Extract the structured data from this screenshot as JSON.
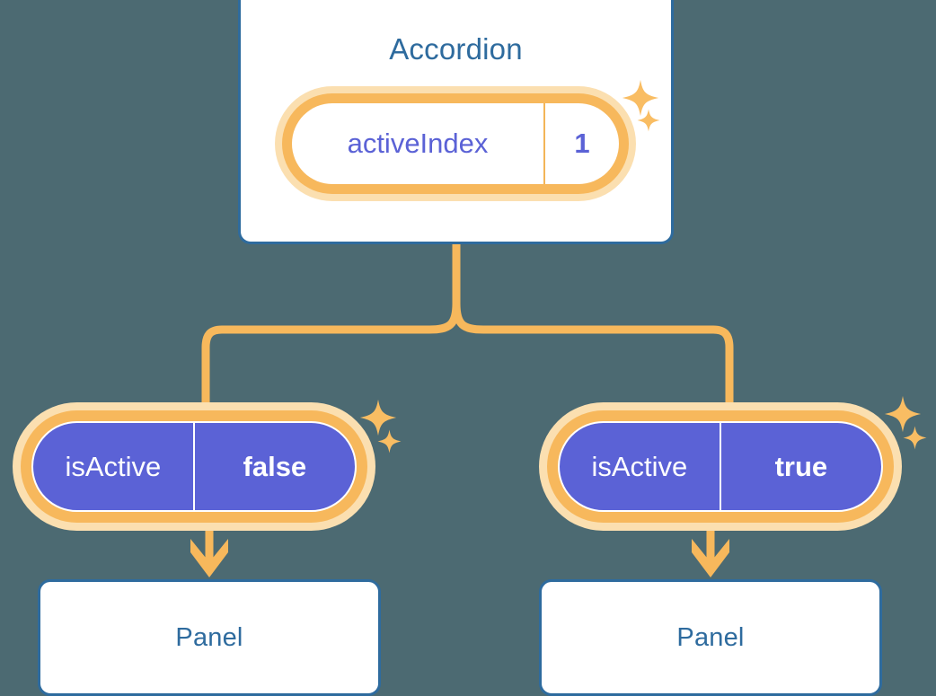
{
  "theme": {
    "background": "#4c6a72",
    "card_fill": "#ffffff",
    "card_border": "#2e6b9e",
    "title_color": "#2e6b9e",
    "accent_orange": "#f7b85c",
    "accent_orange_glow": "#fbdfb0",
    "state_purple": "#5b62d6",
    "state_text": "#ffffff",
    "connector_color": "#f7b85c"
  },
  "diagram": {
    "type": "component-tree",
    "root": {
      "name": "accordion-component",
      "title": "Accordion",
      "state": {
        "key": "activeIndex",
        "value": "1",
        "style": "light"
      },
      "sparkles": 2
    },
    "branches": [
      {
        "name": "panel-branch-left",
        "state": {
          "key": "isActive",
          "value": "false",
          "style": "filled"
        },
        "sparkles": 2,
        "child": {
          "name": "panel-component-left",
          "title": "Panel"
        }
      },
      {
        "name": "panel-branch-right",
        "state": {
          "key": "isActive",
          "value": "true",
          "style": "filled"
        },
        "sparkles": 2,
        "child": {
          "name": "panel-component-right",
          "title": "Panel"
        }
      }
    ]
  },
  "icons": {
    "sparkle": "sparkle-icon",
    "arrow": "arrow-down-icon",
    "branch": "branch-connector-icon"
  }
}
